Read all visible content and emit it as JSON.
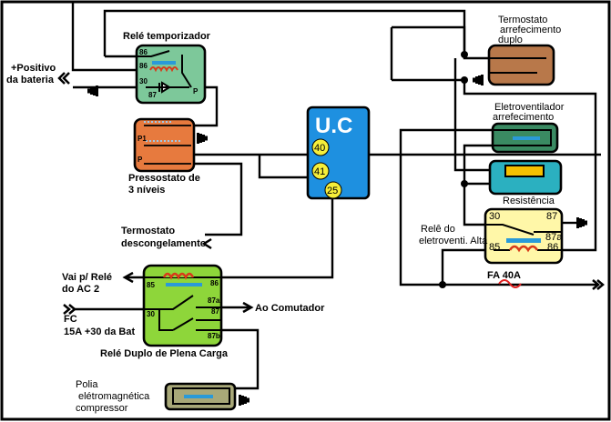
{
  "components": {
    "timer_relay": {
      "label": "Relé temporizador",
      "pins": [
        "86",
        "86",
        "30",
        "87",
        "P"
      ],
      "color": "#7dc89a"
    },
    "pressure_switch": {
      "label_line1": "Pressostato de",
      "label_line2": "3 níveis",
      "pins": [
        "P1",
        "P"
      ],
      "color": "#e77a3e"
    },
    "ecu": {
      "label": "U.C",
      "pins": [
        "40",
        "41",
        "25"
      ],
      "color": "#1e90e0",
      "pin_color": "#f5ee3a"
    },
    "dual_thermostat": {
      "label_line1": "Termostato",
      "label_line2": "arrefecimento",
      "label_line3": "duplo",
      "color": "#b8784a"
    },
    "fan": {
      "label_line1": "Eletroventilador",
      "label_line2": "arrefecimento",
      "color": "#3a8a62"
    },
    "resistor": {
      "label": "Resistência",
      "color": "#2bb0c0"
    },
    "fan_high_relay": {
      "label_line1": "Relê do",
      "label_line2": "eletroventi. Alta",
      "pins": [
        "30",
        "87",
        "87a",
        "85",
        "86"
      ],
      "color": "#fff7a8"
    },
    "fuse": {
      "label": "FA 40A"
    },
    "full_load_relay": {
      "label": "Relé Duplo de Plena Carga",
      "pins": [
        "85",
        "86",
        "30",
        "87a",
        "87",
        "87b"
      ],
      "color": "#8ed63a"
    },
    "compressor_clutch": {
      "label_line1": "Polia",
      "label_line2": "elétromagnética",
      "label_line3": "compressor",
      "color": "#a8a878"
    }
  },
  "connections": {
    "battery_positive_line1": "+Positivo",
    "battery_positive_line2": "da bateria",
    "defrost_thermostat_line1": "Termostato",
    "defrost_thermostat_line2": "descongelamento",
    "ac2_relay_line1": "Vai p/ Relé",
    "ac2_relay_line2": "do AC 2",
    "fc_line1": "FC",
    "fc_line2": "15A +30 da Bat",
    "switch": "Ao Comutador"
  },
  "colors": {
    "terminal": "#1e88d8",
    "coil": "#d83a1a",
    "core": "#2a9ad8",
    "resistor_terminal": "#d02050"
  }
}
